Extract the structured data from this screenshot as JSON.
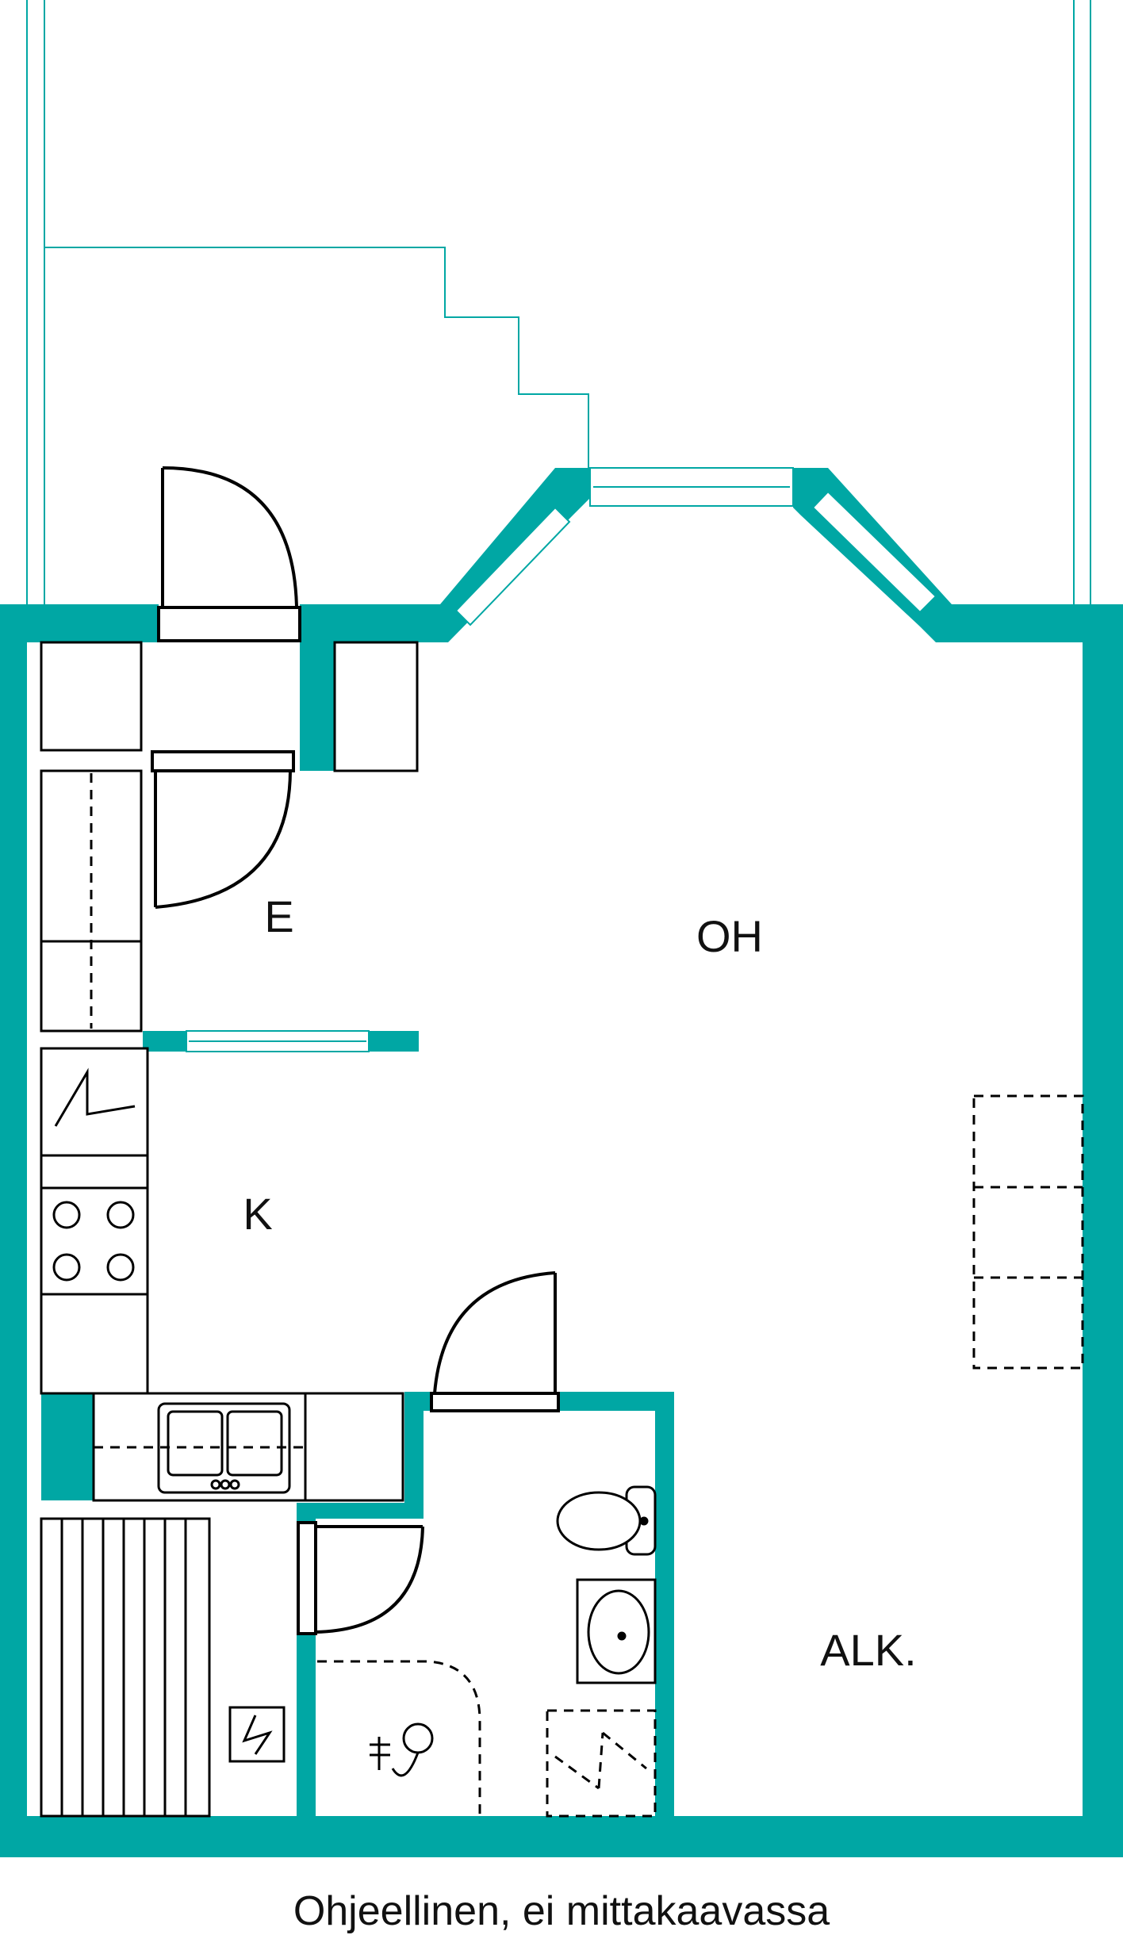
{
  "plan": {
    "rooms": [
      {
        "id": "eteinen",
        "label": "E"
      },
      {
        "id": "olohuone",
        "label": "OH"
      },
      {
        "id": "keittio",
        "label": "K"
      },
      {
        "id": "alkovi",
        "label": "ALK."
      }
    ],
    "caption": "Ohjeellinen, ei mittakaavassa"
  },
  "colors": {
    "wall": "#00a7a4",
    "line": "#000000",
    "window": "#00a7a4",
    "background": "#ffffff"
  },
  "icons": [
    "door-swing-icon",
    "wardrobe-icon",
    "stove-icon",
    "sink-icon",
    "toilet-icon",
    "washbasin-icon",
    "shower-icon",
    "sauna-bench-icon",
    "electric-icon",
    "floor-drain-icon"
  ]
}
